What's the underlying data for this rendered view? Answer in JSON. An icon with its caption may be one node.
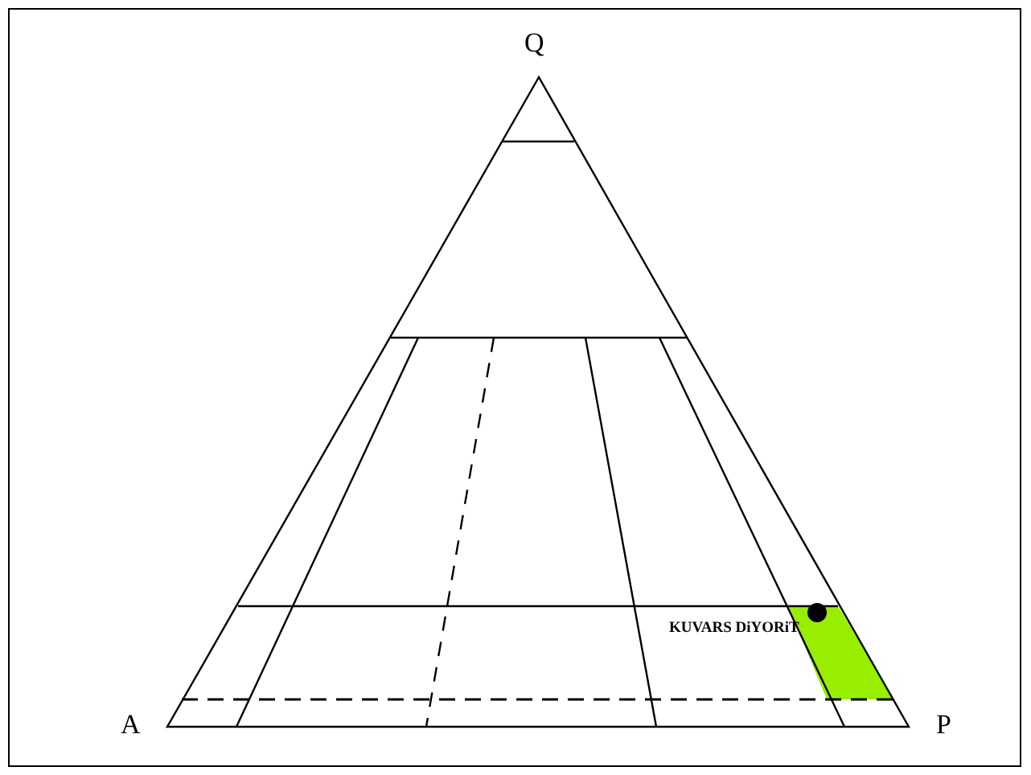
{
  "diagram": {
    "labels": [
      "Q",
      "KUVARS DiYORiT",
      "A",
      "P"
    ]
  }
}
